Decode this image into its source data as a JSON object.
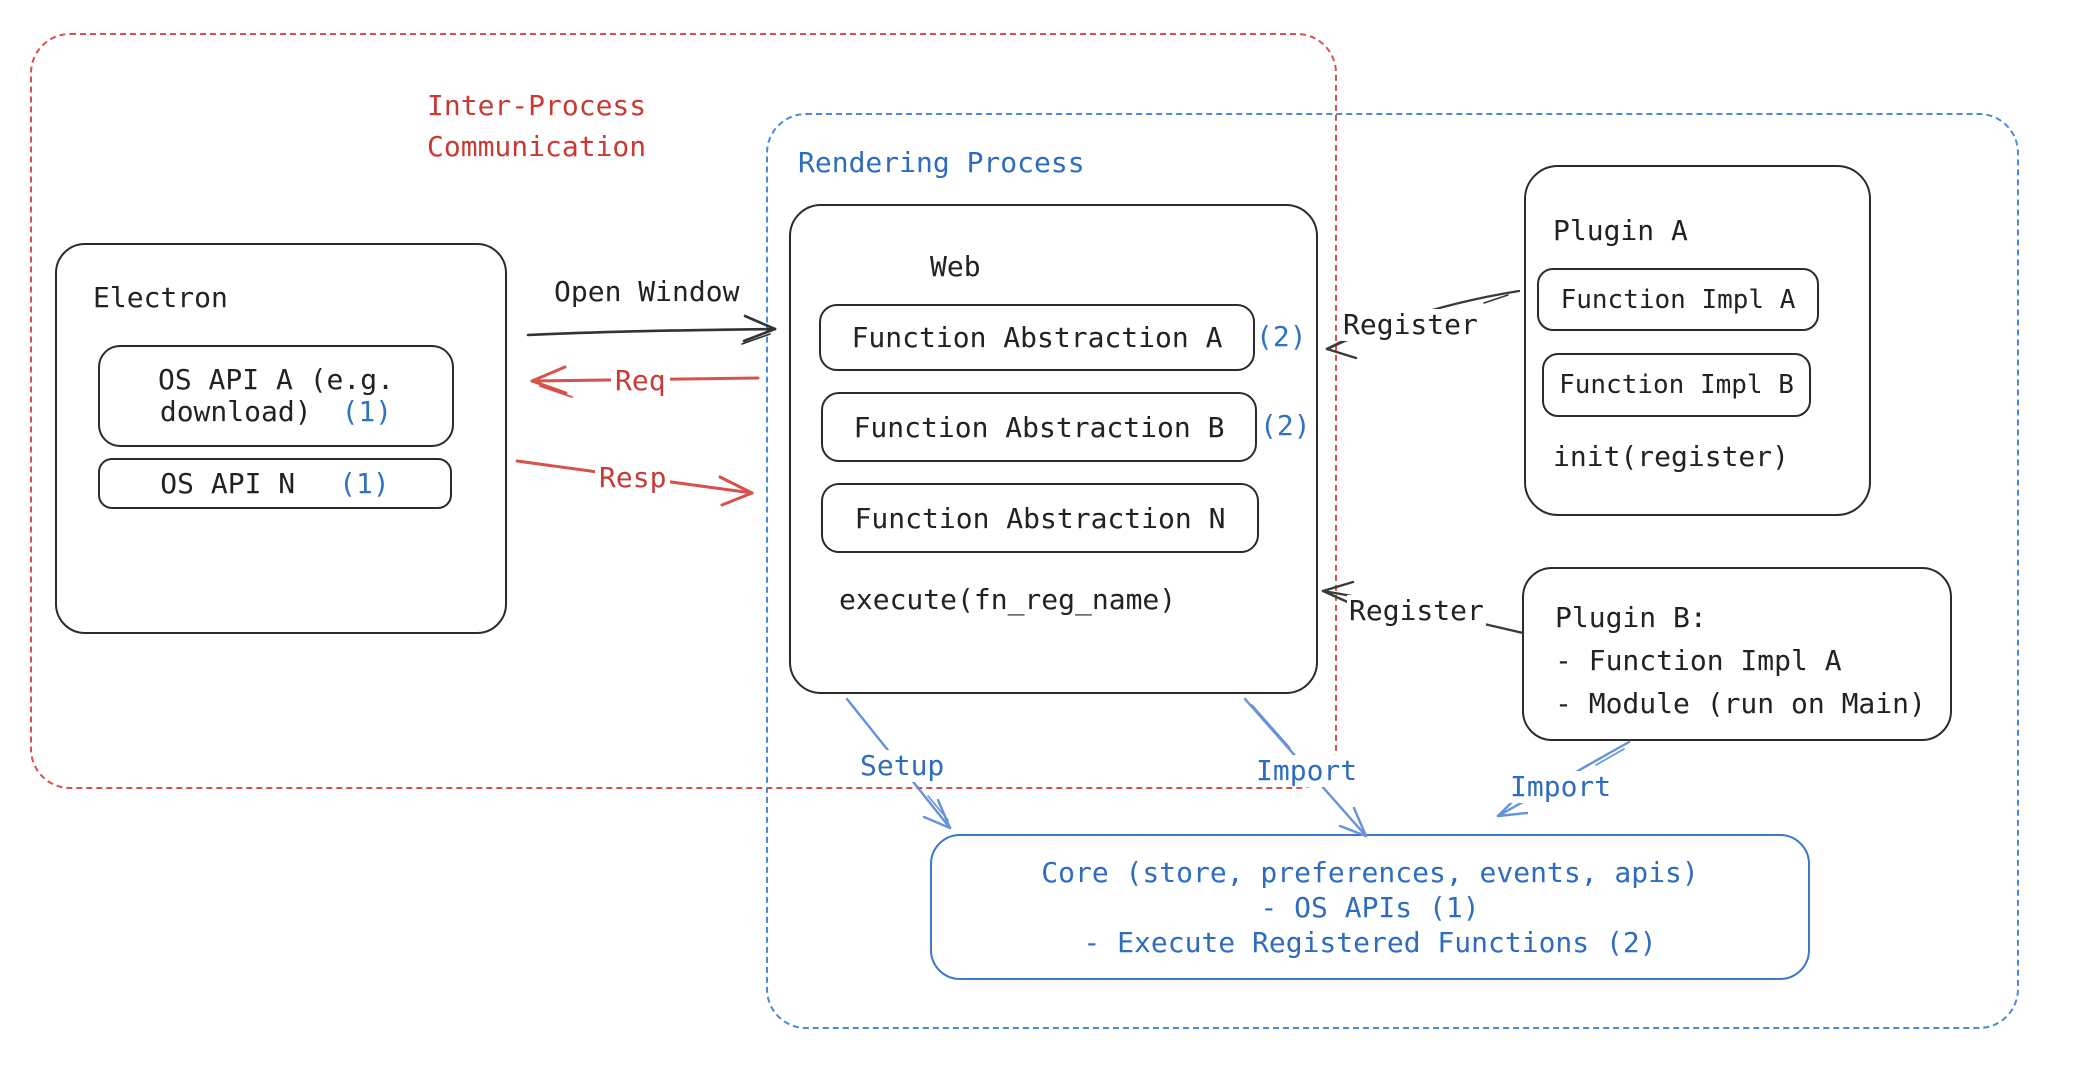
{
  "diagram_title": "Electron plugin architecture diagram",
  "colors": {
    "red_text": "#ca3a35",
    "red_dash": "#d8514a",
    "blue_text": "#2e6cbd",
    "blue_dash": "#4a8ad8",
    "blue_arrow": "#6592d8",
    "badge_blue": "#2f72c4",
    "black": "#2b2b2b"
  },
  "ipc": {
    "label_line1": "Inter-Process",
    "label_line2": "Communication"
  },
  "rendering": {
    "label": "Rendering Process"
  },
  "electron": {
    "title": "Electron",
    "api_a": {
      "line1": "OS API A (e.g.",
      "line2": "download)",
      "badge": "(1)"
    },
    "api_n": {
      "label": "OS API N",
      "badge": "(1)"
    }
  },
  "web": {
    "title": "Web",
    "abstractions": [
      {
        "label": "Function Abstraction A",
        "badge": "(2)"
      },
      {
        "label": "Function Abstraction B",
        "badge": "(2)"
      },
      {
        "label": "Function Abstraction N",
        "badge": ""
      }
    ],
    "footer": "execute(fn_reg_name)"
  },
  "plugin_a": {
    "title": "Plugin A",
    "impl_a": "Function Impl A",
    "impl_b": "Function Impl B",
    "footer": "init(register)"
  },
  "plugin_b": {
    "line1": "Plugin B:",
    "line2": "- Function Impl A",
    "line3": "- Module (run on Main)"
  },
  "core": {
    "line1": "Core (store, preferences, events, apis)",
    "line2": "- OS APIs (1)",
    "line3": "- Execute Registered Functions (2)"
  },
  "arrows": {
    "open_window": "Open Window",
    "req": "Req",
    "resp": "Resp",
    "register_top": "Register",
    "register_bottom": "Register",
    "setup": "Setup",
    "import_web": "Import",
    "import_plugin": "Import"
  }
}
